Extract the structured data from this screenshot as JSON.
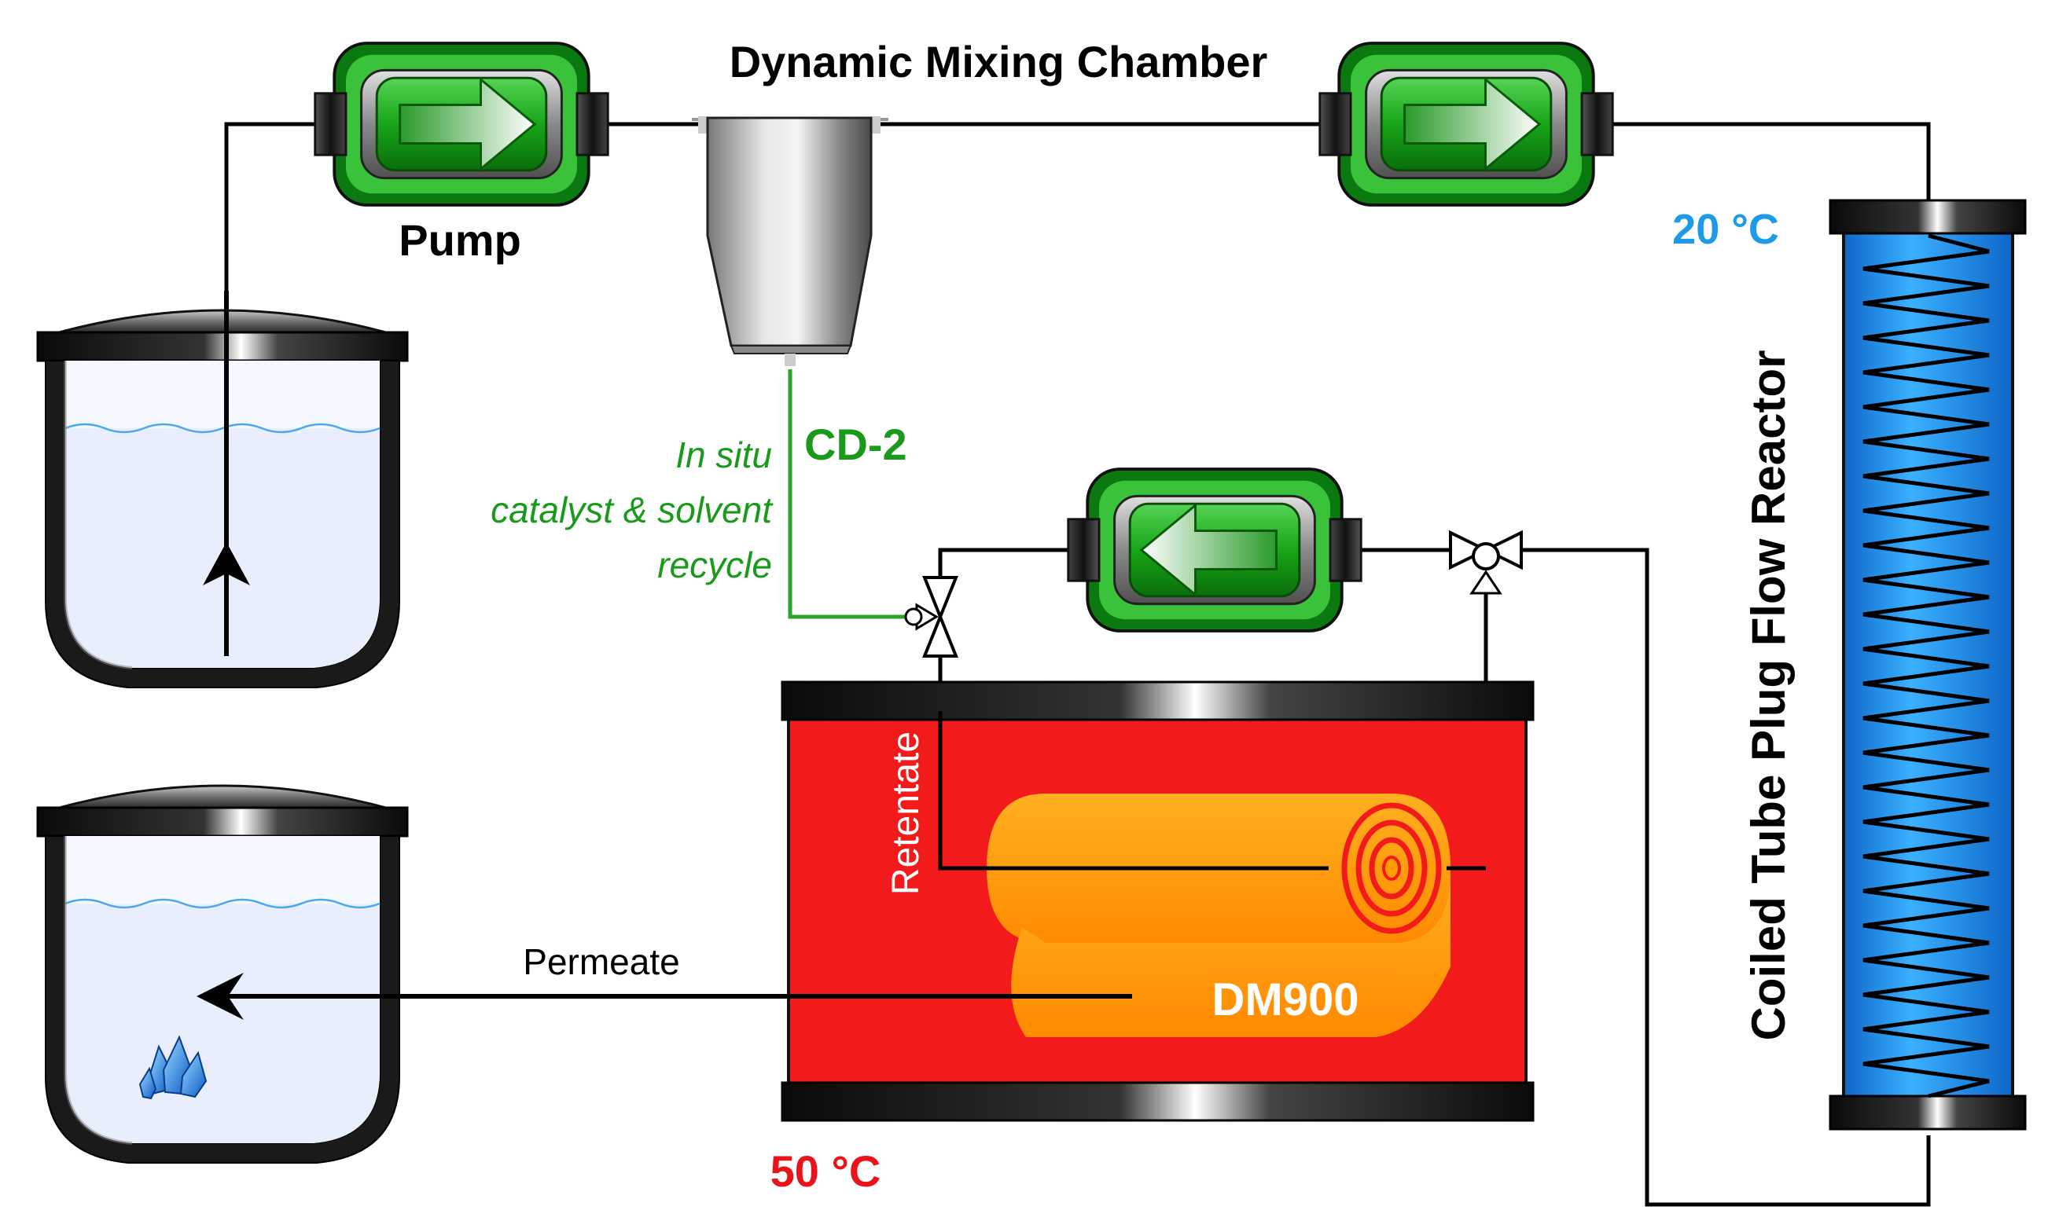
{
  "labels": {
    "mixing_chamber": "Dynamic Mixing Chamber",
    "pump": "Pump",
    "temp_reactor": "20 °C",
    "reactor": "Coiled Tube Plug Flow Reactor",
    "cd2": "CD-2",
    "recycle_line1": "In situ",
    "recycle_line2": "catalyst & solvent",
    "recycle_line3": "recycle",
    "retentate": "Retentate",
    "permeate": "Permeate",
    "membrane": "DM900",
    "temp_membrane": "50 °C"
  },
  "colors": {
    "pump_green": "#1e9e2a",
    "recycle_green": "#2aa52a",
    "reactor_blue": "#1e8fe8",
    "temp_blue": "#1e9be8",
    "heater_red": "#f21a1a",
    "temp_red": "#e8141a",
    "membrane_orange": "#ff9d00",
    "liquid": "#e8eefc",
    "water_line": "#4aa8e8"
  },
  "icons": [
    "pump-icon",
    "mixing-chamber-icon",
    "reactor-icon",
    "vessel-icon",
    "three-way-valve-icon",
    "crystal-icon",
    "membrane-roll-icon"
  ]
}
